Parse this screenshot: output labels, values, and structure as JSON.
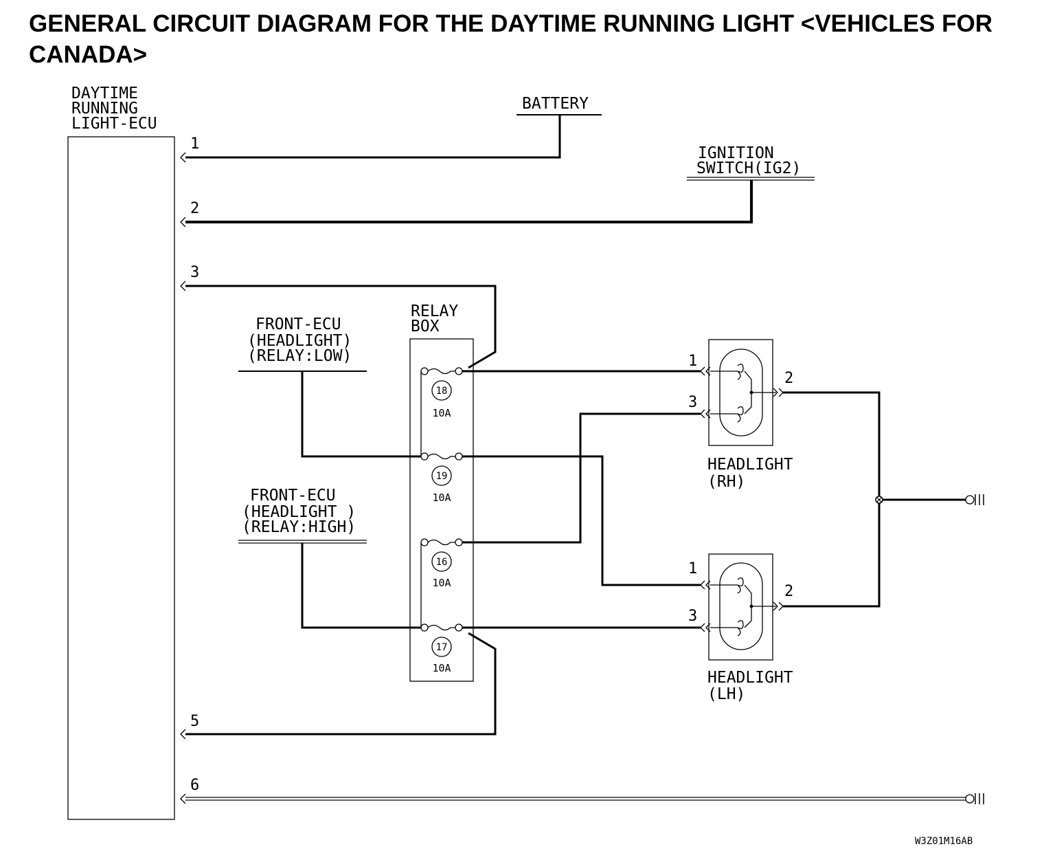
{
  "title": "GENERAL CIRCUIT DIAGRAM FOR THE DAYTIME RUNNING LIGHT <VEHICLES FOR CANADA>",
  "ecu": {
    "label_lines": [
      "DAYTIME",
      "RUNNING",
      "LIGHT-ECU"
    ],
    "pins": [
      "1",
      "2",
      "3",
      "5",
      "6"
    ]
  },
  "battery": {
    "label": "BATTERY"
  },
  "ignition": {
    "label_lines": [
      "IGNITION",
      "SWITCH(IG2)"
    ]
  },
  "relay_box": {
    "label_lines": [
      "RELAY",
      "BOX"
    ],
    "fuses": [
      {
        "number": "18",
        "rating": "10A"
      },
      {
        "number": "19",
        "rating": "10A"
      },
      {
        "number": "16",
        "rating": "10A"
      },
      {
        "number": "17",
        "rating": "10A"
      }
    ]
  },
  "front_ecu_low": {
    "label_lines": [
      "FRONT-ECU",
      "(HEADLIGHT)",
      "(RELAY:LOW)"
    ]
  },
  "front_ecu_high": {
    "label_lines": [
      "FRONT-ECU",
      "(HEADLIGHT )",
      "(RELAY:HIGH)"
    ]
  },
  "headlight_rh": {
    "label_lines": [
      "HEADLIGHT",
      "(RH)"
    ],
    "pins": [
      "1",
      "3",
      "2"
    ]
  },
  "headlight_lh": {
    "label_lines": [
      "HEADLIGHT",
      "(LH)"
    ],
    "pins": [
      "1",
      "3",
      "2"
    ]
  },
  "drawing_code": "W3Z01M16AB"
}
